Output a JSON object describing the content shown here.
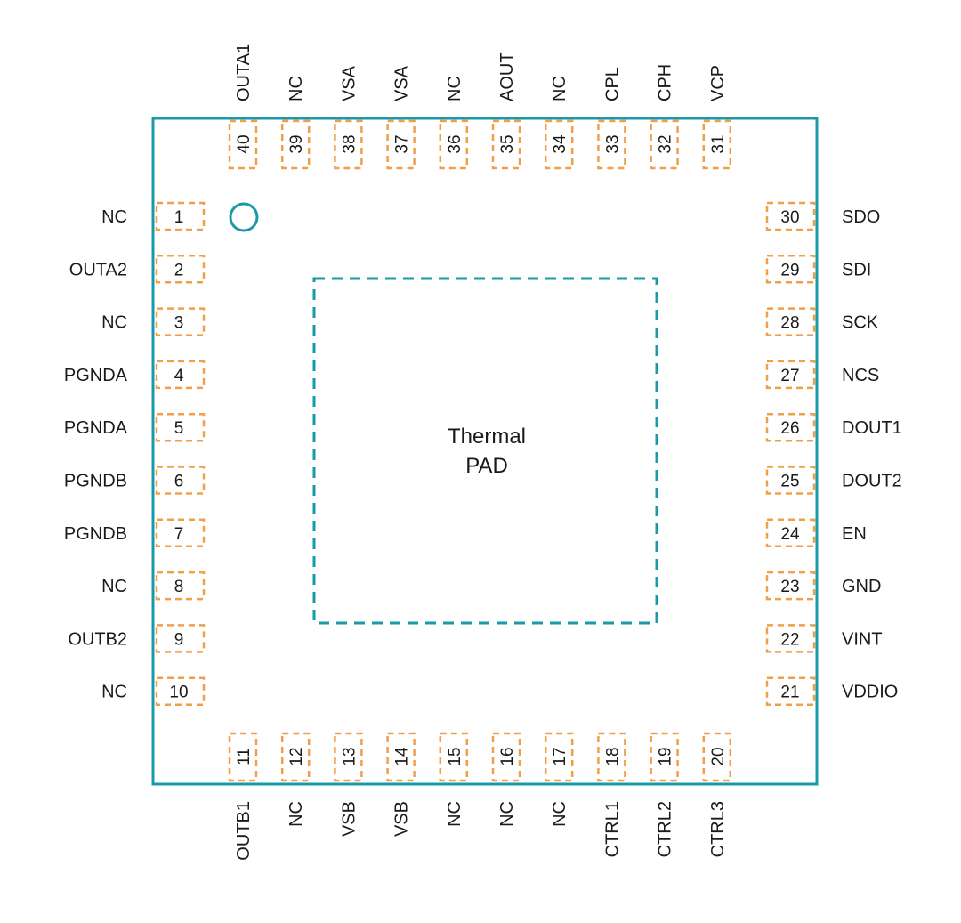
{
  "colors": {
    "chip_outline": "#1a9aa8",
    "pin_pad": "#f0a04b",
    "thermal_pad": "#1a9aa8",
    "text": "#1a1a1a"
  },
  "thermal_pad": {
    "line1": "Thermal",
    "line2": "PAD"
  },
  "pins": {
    "left": [
      {
        "num": "1",
        "name": "NC"
      },
      {
        "num": "2",
        "name": "OUTA2"
      },
      {
        "num": "3",
        "name": "NC"
      },
      {
        "num": "4",
        "name": "PGNDA"
      },
      {
        "num": "5",
        "name": "PGNDA"
      },
      {
        "num": "6",
        "name": "PGNDB"
      },
      {
        "num": "7",
        "name": "PGNDB"
      },
      {
        "num": "8",
        "name": "NC"
      },
      {
        "num": "9",
        "name": "OUTB2"
      },
      {
        "num": "10",
        "name": "NC"
      }
    ],
    "bottom": [
      {
        "num": "11",
        "name": "OUTB1"
      },
      {
        "num": "12",
        "name": "NC"
      },
      {
        "num": "13",
        "name": "VSB"
      },
      {
        "num": "14",
        "name": "VSB"
      },
      {
        "num": "15",
        "name": "NC"
      },
      {
        "num": "16",
        "name": "NC"
      },
      {
        "num": "17",
        "name": "NC"
      },
      {
        "num": "18",
        "name": "CTRL1"
      },
      {
        "num": "19",
        "name": "CTRL2"
      },
      {
        "num": "20",
        "name": "CTRL3"
      }
    ],
    "right": [
      {
        "num": "30",
        "name": "SDO"
      },
      {
        "num": "29",
        "name": "SDI"
      },
      {
        "num": "28",
        "name": "SCK"
      },
      {
        "num": "27",
        "name": "NCS"
      },
      {
        "num": "26",
        "name": "DOUT1"
      },
      {
        "num": "25",
        "name": "DOUT2"
      },
      {
        "num": "24",
        "name": "EN"
      },
      {
        "num": "23",
        "name": "GND"
      },
      {
        "num": "22",
        "name": "VINT"
      },
      {
        "num": "21",
        "name": "VDDIO"
      }
    ],
    "top": [
      {
        "num": "40",
        "name": "OUTA1"
      },
      {
        "num": "39",
        "name": "NC"
      },
      {
        "num": "38",
        "name": "VSA"
      },
      {
        "num": "37",
        "name": "VSA"
      },
      {
        "num": "36",
        "name": "NC"
      },
      {
        "num": "35",
        "name": "AOUT"
      },
      {
        "num": "34",
        "name": "NC"
      },
      {
        "num": "33",
        "name": "CPL"
      },
      {
        "num": "32",
        "name": "CPH"
      },
      {
        "num": "31",
        "name": "VCP"
      }
    ]
  }
}
